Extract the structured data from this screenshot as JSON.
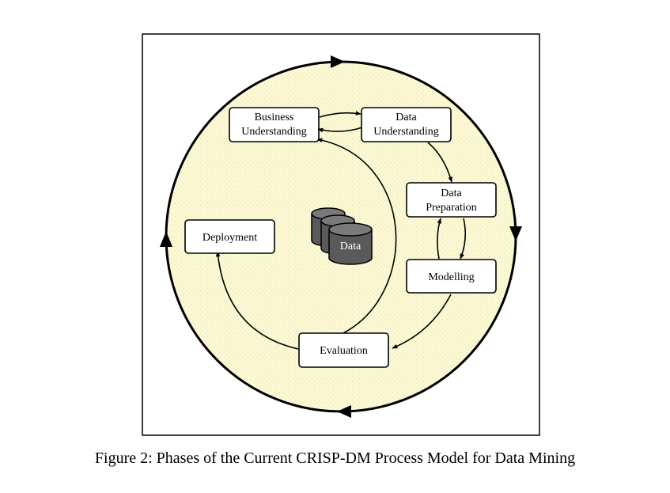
{
  "phases": {
    "business_understanding": [
      "Business",
      "Understanding"
    ],
    "data_understanding": [
      "Data",
      "Understanding"
    ],
    "data_preparation": [
      "Data",
      "Preparation"
    ],
    "modelling": [
      "Modelling"
    ],
    "evaluation": [
      "Evaluation"
    ],
    "deployment": [
      "Deployment"
    ]
  },
  "data_store_label": "Data",
  "caption": "Figure 2: Phases of the Current CRISP-DM Process Model for Data Mining",
  "colors": {
    "circle_fill": "#fbf8d4",
    "box_border": "#000000",
    "box_fill": "#ffffff",
    "cylinder_fill": "#5a5a5a"
  }
}
